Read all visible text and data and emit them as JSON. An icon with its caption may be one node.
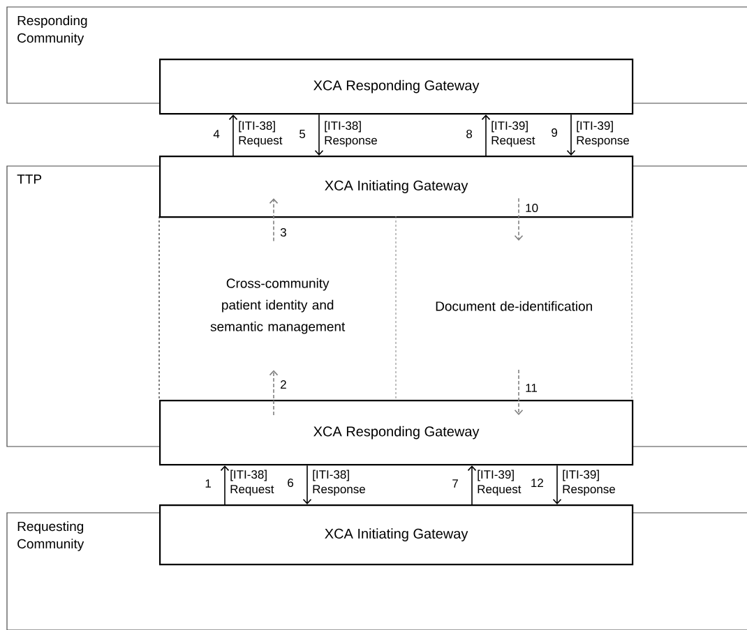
{
  "diagram": {
    "nodes": [
      {
        "text": [
          "Responding Community"
        ]
      },
      {
        "text": [
          "XCA Responding Gateway"
        ]
      },
      {
        "text": [
          "TTP"
        ]
      },
      {
        "text": [
          "XCA Initiating Gateway"
        ]
      },
      {
        "text": [
          "Cross-community patient identity and semantic management"
        ],
        "in": 2
      },
      {
        "text": [
          "Document de-identification"
        ],
        "in": 2
      },
      {
        "text": [
          "XCA Responding Gateway"
        ]
      },
      {
        "text": [
          "Requesting Community"
        ]
      },
      {
        "text": [
          "XCA Initiating Gateway"
        ]
      }
    ],
    "edges": [
      {
        "from": 8,
        "to": 6,
        "arrow": "to",
        "label": "[ITI-38] Request"
      },
      {
        "from": 6,
        "to": 4,
        "arrow": "to",
        "style": "dashed",
        "color": "#808080"
      },
      {
        "from": 4,
        "to": 3,
        "arrow": "to",
        "style": "dashed",
        "color": "#808080"
      },
      {
        "from": 3,
        "to": 1,
        "arrow": "to",
        "label": "[ITI-38] Request"
      },
      {
        "from": 1,
        "to": 3,
        "arrow": "to",
        "label": "[ITI-38] Response"
      },
      {
        "from": 6,
        "to": 8,
        "arrow": "to",
        "label": "[ITI-38] Response"
      },
      {
        "from": 8,
        "to": 6,
        "arrow": "to",
        "label": "[ITI-39] Request"
      },
      {
        "from": 3,
        "to": 1,
        "arrow": "to",
        "label": "[ITI-39] Request"
      },
      {
        "from": 1,
        "to": 3,
        "arrow": "to",
        "label": "[ITI-39] Response"
      },
      {
        "from": 3,
        "to": 5,
        "arrow": "to",
        "style": "dashed",
        "color": "#808080"
      },
      {
        "from": 5,
        "to": 6,
        "arrow": "to",
        "style": "dashed",
        "color": "#808080"
      },
      {
        "from": 6,
        "to": 8,
        "arrow": "to",
        "label": "[ITI-39] Response"
      }
    ],
    "labels": [
      "4",
      "5",
      "8",
      "9",
      "3",
      "10",
      "2",
      "11",
      "1",
      "6",
      "7",
      "12"
    ]
  }
}
